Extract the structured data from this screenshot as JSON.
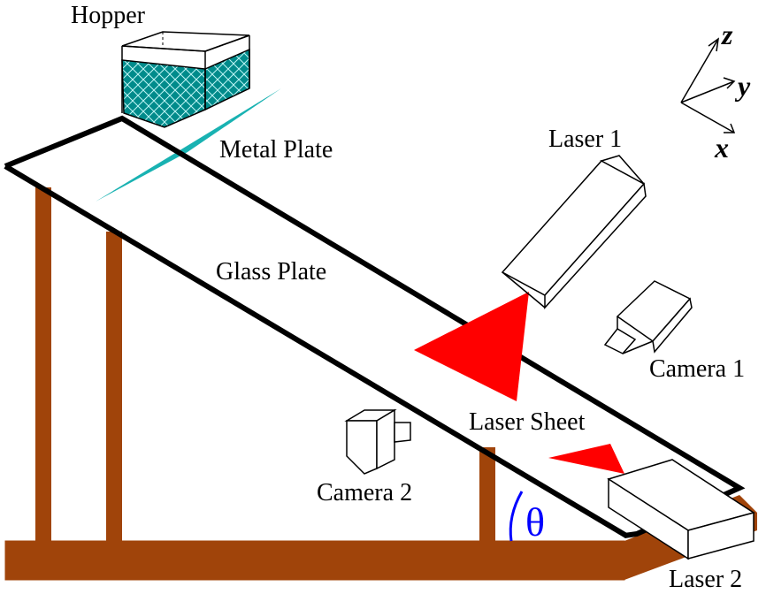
{
  "labels": {
    "hopper": "Hopper",
    "metal_plate": "Metal Plate",
    "glass_plate": "Glass Plate",
    "laser1": "Laser 1",
    "camera1": "Camera 1",
    "laser_sheet": "Laser Sheet",
    "camera2": "Camera 2",
    "laser2": "Laser 2",
    "angle": "θ"
  },
  "axes": {
    "x": "x",
    "y": "y",
    "z": "z"
  },
  "colors": {
    "frame": "#a0440a",
    "plate_outline": "#000000",
    "metal_plate": "#19b2b2",
    "hopper_fill": "#008080",
    "laser_sheet": "#ff0000",
    "angle_mark": "#0000ff"
  }
}
